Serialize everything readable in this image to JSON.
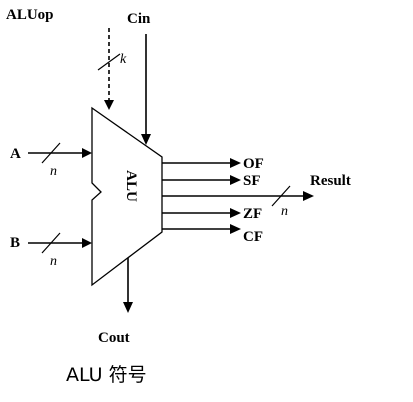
{
  "labels": {
    "aluop": "ALUop",
    "cin": "Cin",
    "k": "k",
    "a": "A",
    "b": "B",
    "n_a": "n",
    "n_b": "n",
    "n_result": "n",
    "alu": "ALU",
    "of": "OF",
    "sf": "SF",
    "zf": "ZF",
    "cf": "CF",
    "result": "Result",
    "cout": "Cout"
  },
  "caption": "ALU 符号",
  "colors": {
    "stroke": "#000000",
    "background": "#ffffff"
  }
}
